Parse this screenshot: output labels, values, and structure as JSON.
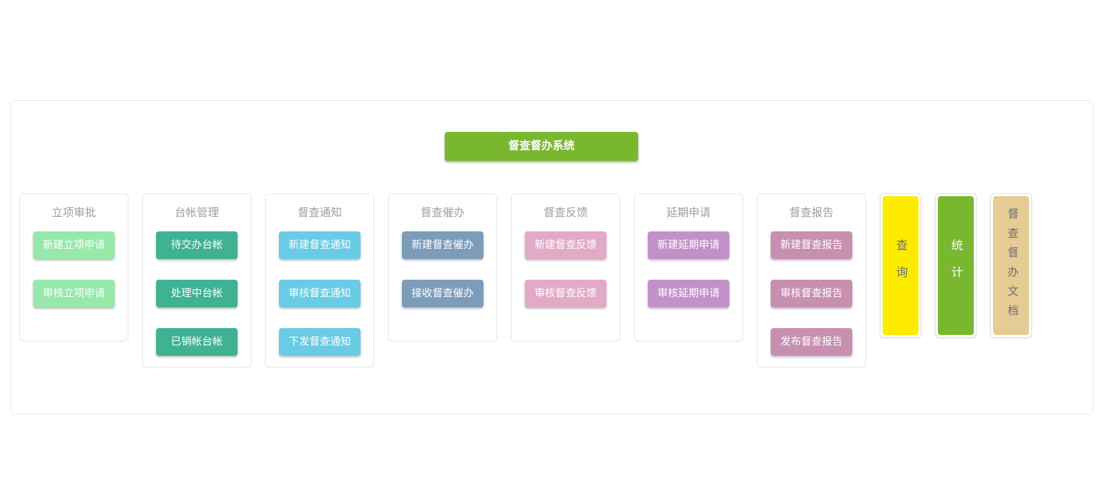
{
  "header": {
    "title": "督查督办系统",
    "color": "#79b82e",
    "text_color": "#ffffff"
  },
  "columns": [
    {
      "title": "立项审批",
      "color": "#97e8aa",
      "text_color": "#ffffff",
      "buttons": [
        "新建立项申请",
        "审核立项申请"
      ]
    },
    {
      "title": "台帐管理",
      "color": "#3eb293",
      "text_color": "#ffffff",
      "buttons": [
        "待交办台帐",
        "处理中台帐",
        "已销帐台帐"
      ]
    },
    {
      "title": "督查通知",
      "color": "#69cbe4",
      "text_color": "#ffffff",
      "buttons": [
        "新建督查通知",
        "审核督查通知",
        "下发督查通知"
      ]
    },
    {
      "title": "督查催办",
      "color": "#7c9cba",
      "text_color": "#ffffff",
      "buttons": [
        "新建督查催办",
        "接收督查催办"
      ]
    },
    {
      "title": "督查反馈",
      "color": "#e2aac6",
      "text_color": "#ffffff",
      "buttons": [
        "新建督查反馈",
        "审核督查反馈"
      ]
    },
    {
      "title": "延期申请",
      "color": "#c291c8",
      "text_color": "#ffffff",
      "buttons": [
        "新建延期申请",
        "审核延期申请"
      ]
    },
    {
      "title": "督查报告",
      "color": "#c78fb0",
      "text_color": "#ffffff",
      "buttons": [
        "新建督查报告",
        "审核督查报告",
        "发布督查报告"
      ]
    }
  ],
  "side_bars": [
    {
      "label": "查询",
      "color": "#fdec00",
      "text_color": "#6f6f6f"
    },
    {
      "label": "统计",
      "color": "#79b82e",
      "text_color": "#ffffff"
    },
    {
      "label": "督查督办文档",
      "color": "#e5cb94",
      "text_color": "#6f6f6f"
    }
  ]
}
